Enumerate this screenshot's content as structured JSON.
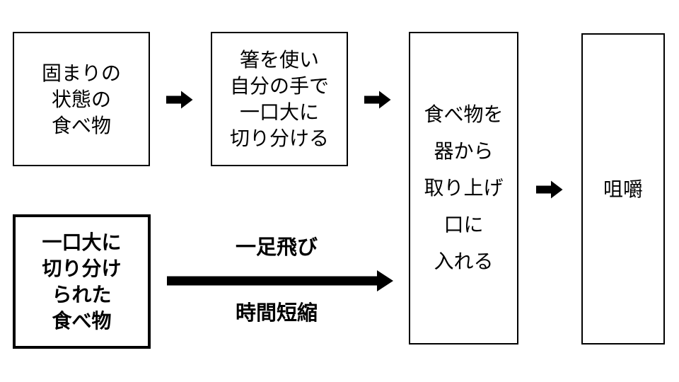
{
  "diagram": {
    "title": "eating-process-flowchart",
    "colors": {
      "ink": "#000000",
      "background": "#ffffff"
    },
    "boxes": {
      "lump_food": {
        "text": "固まりの\n状態の\n食べ物"
      },
      "cut_with_chopsticks": {
        "text": "箸を使い\n自分の手で\n一口大に\n切り分ける"
      },
      "pick_up_and_mouth": {
        "text": "食べ物を\n器から\n取り上げ\n口に\n入れる"
      },
      "chew": {
        "text": "咀嚼"
      },
      "pre_cut_food": {
        "text": "一口大に\n切り分け\nられた\n食べ物"
      }
    },
    "shortcut_arrow": {
      "label_top": "一足飛び",
      "label_bottom": "時間短縮"
    }
  }
}
